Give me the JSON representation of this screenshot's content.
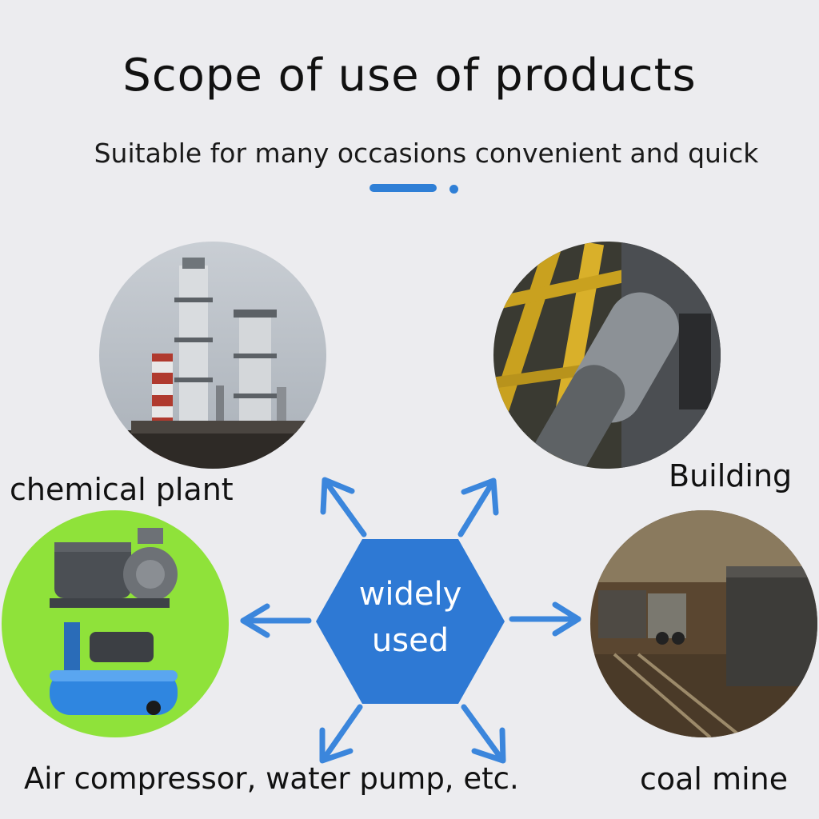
{
  "header": {
    "title": "Scope of use of products",
    "subtitle": "Suitable for many occasions convenient and quick"
  },
  "hub": {
    "line1": "widely",
    "line2": "used"
  },
  "applications": [
    {
      "label": "chemical plant"
    },
    {
      "label": "Building"
    },
    {
      "label": "Air compressor, water pump, etc."
    },
    {
      "label": "coal mine"
    }
  ],
  "colors": {
    "accent": "#2f7fd6",
    "hub": "#2e79d4",
    "arrow": "#3b86dc",
    "background": "#ececef",
    "pump_bg": "#8fe23a"
  }
}
